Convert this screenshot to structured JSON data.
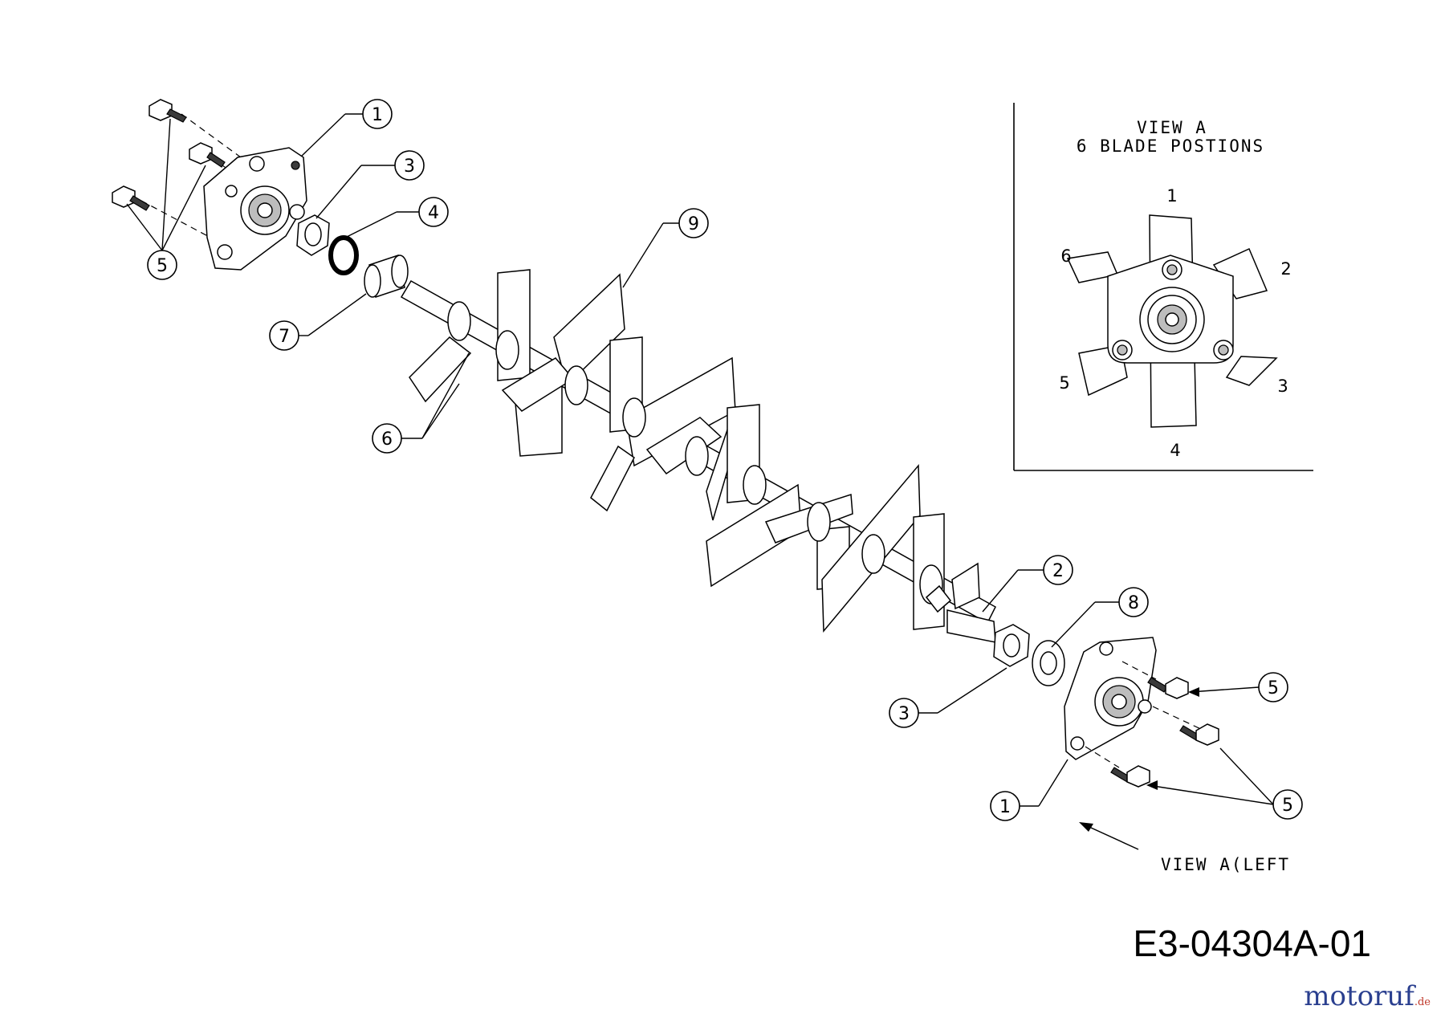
{
  "view_a": {
    "title_line1": "VIEW A",
    "title_line2": "6 BLADE POSTIONS",
    "positions": [
      "1",
      "2",
      "3",
      "4",
      "5",
      "6"
    ]
  },
  "view_a_left_label": "VIEW A(LEFT",
  "callouts": {
    "c1_top": "1",
    "c3_top": "3",
    "c4": "4",
    "c5_top": "5",
    "c7": "7",
    "c6": "6",
    "c9": "9",
    "c2": "2",
    "c8": "8",
    "c3_bottom": "3",
    "c5_right_upper": "5",
    "c5_right_lower": "5",
    "c1_bottom": "1"
  },
  "drawing_code": "E3-04304A-01",
  "watermark": {
    "brand": "motoruf",
    "domain": ".de"
  }
}
